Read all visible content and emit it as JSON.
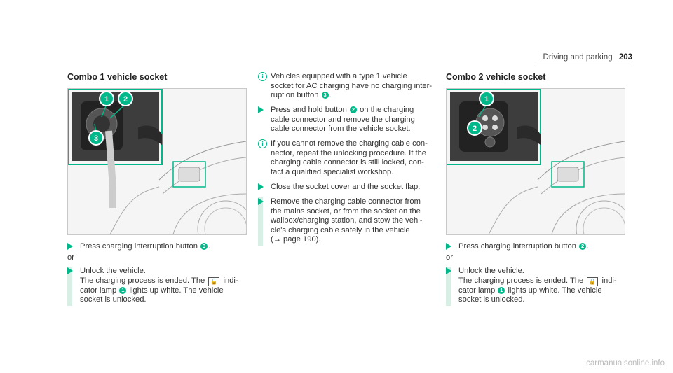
{
  "header": {
    "section": "Driving and parking",
    "page": "203"
  },
  "left": {
    "title": "Combo 1 vehicle socket",
    "callouts": [
      "1",
      "2",
      "3"
    ],
    "step1": {
      "pre": "Press charging interruption button",
      "num": "3",
      "post": "."
    },
    "or": "or",
    "step2": {
      "l1": "Unlock the vehicle.",
      "l2a": "The charging process is ended. The",
      "icon": "lock-indicator-icon",
      "l2b": "indi-",
      "l3a": "cator lamp",
      "num": "1",
      "l3b": "lights up white. The vehicle",
      "l4": "socket is unlocked."
    }
  },
  "middle": {
    "note1": {
      "l1": "Vehicles equipped with a type 1 vehicle",
      "l2": "socket for AC charging have no charging inter-",
      "l3a": "ruption button",
      "num": "3",
      "l3b": "."
    },
    "step1": {
      "l1a": "Press and hold button",
      "num": "2",
      "l1b": "on the charging",
      "l2": "cable connector and remove the charging",
      "l3": "cable connector from the vehicle socket."
    },
    "note2": {
      "l1": "If you cannot remove the charging cable con-",
      "l2": "nector, repeat the unlocking procedure. If the",
      "l3": "charging cable connector is still locked, con-",
      "l4": "tact a qualified specialist workshop."
    },
    "step2": {
      "l1": "Close the socket cover and the socket flap."
    },
    "step3": {
      "l1": "Remove the charging cable connector from",
      "l2": "the mains socket, or from the socket on the",
      "l3": "wallbox/charging station, and stow the vehi-",
      "l4": "cle's charging cable safely in the vehicle",
      "l5": "(→ page 190)."
    }
  },
  "right": {
    "title": "Combo 2 vehicle socket",
    "callouts": [
      "1",
      "2"
    ],
    "step1": {
      "pre": "Press charging interruption button",
      "num": "2",
      "post": "."
    },
    "or": "or",
    "step2": {
      "l1": "Unlock the vehicle.",
      "l2a": "The charging process is ended. The",
      "icon": "lock-indicator-icon",
      "l2b": "indi-",
      "l3a": "cator lamp",
      "num": "1",
      "l3b": "lights up white. The vehicle",
      "l4": "socket is unlocked."
    }
  },
  "footer": {
    "watermark": "carmanualsonline.info"
  },
  "colors": {
    "accent": "#00b88a",
    "step_bar": "#d8efe6",
    "frame": "#c8c8c8"
  }
}
